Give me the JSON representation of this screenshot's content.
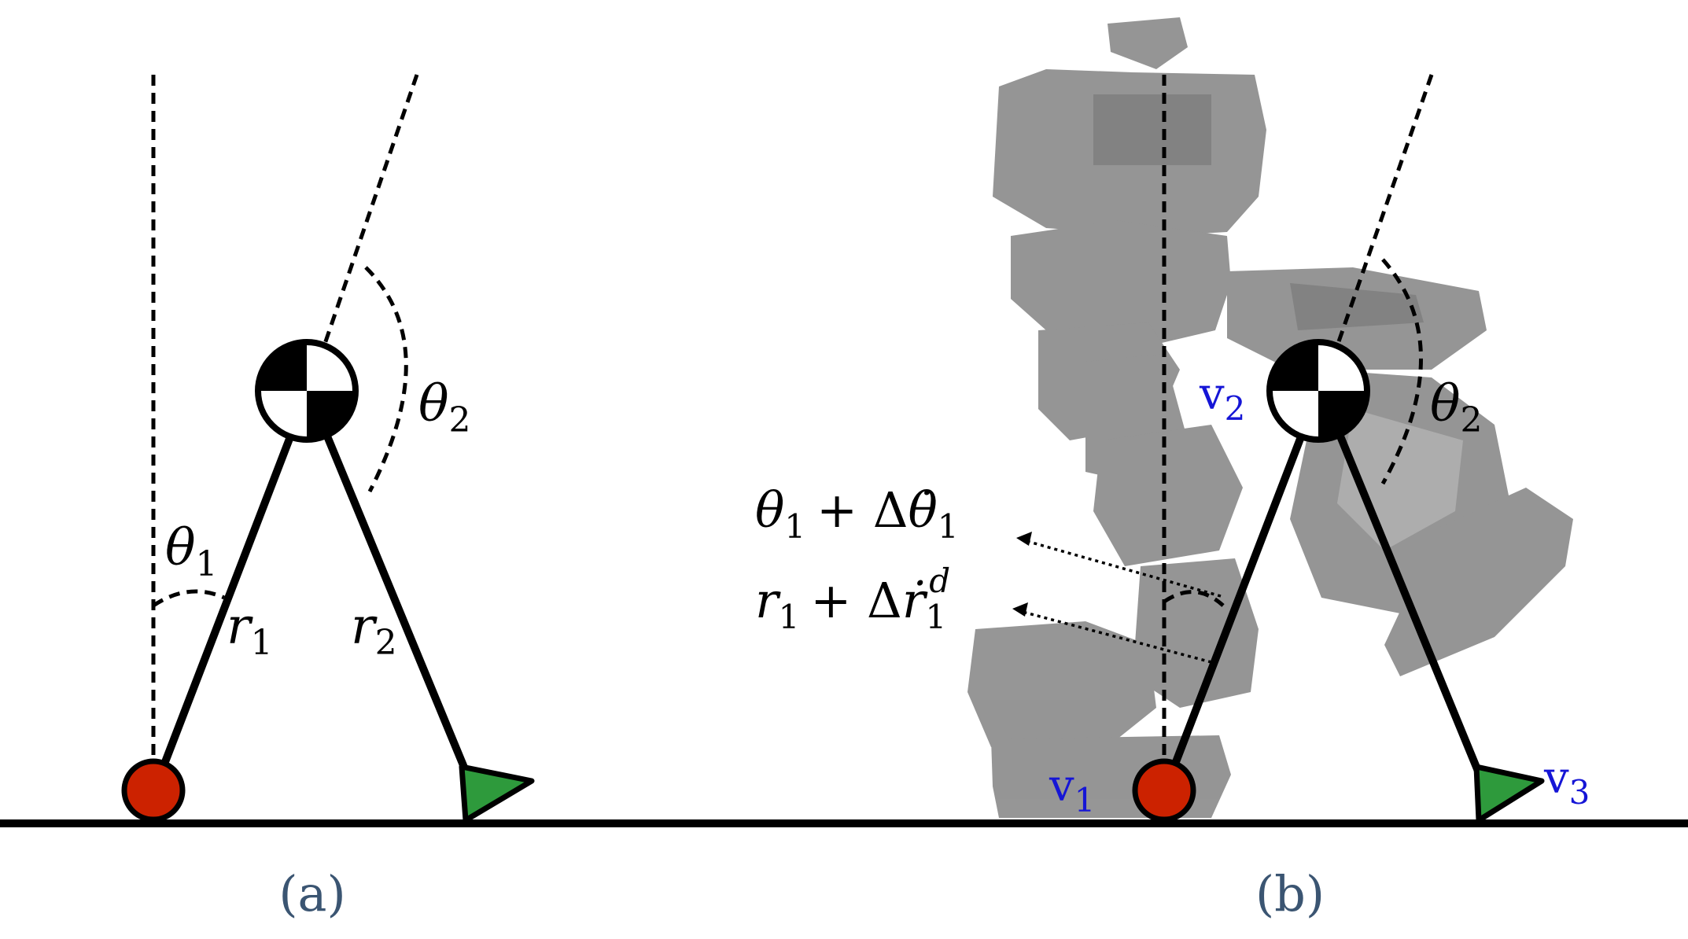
{
  "panel_a": {
    "caption": "(a)",
    "labels": {
      "theta1": "θ",
      "theta1_sub": "1",
      "theta2": "θ",
      "theta2_sub": "2",
      "r1": "r",
      "r1_sub": "1",
      "r2": "r",
      "r2_sub": "2"
    }
  },
  "panel_b": {
    "caption": "(b)",
    "labels": {
      "theta2": "θ",
      "theta2_sub": "2",
      "theta1_delta_base": "θ",
      "theta1_delta_base_sub": "1",
      "theta1_delta_op": "+ Δ",
      "theta1_delta_dot": "θ̇",
      "theta1_delta_sub": "1",
      "r1_delta_base": "r",
      "r1_delta_base_sub": "1",
      "r1_delta_op": "+ Δ",
      "r1_delta_dot": "ṙ",
      "r1_delta_sub": "1",
      "r1_delta_sup": "d"
    },
    "vertices": {
      "v1": "v",
      "v1_sub": "1",
      "v2": "v",
      "v2_sub": "2",
      "v3": "v",
      "v3_sub": "3"
    }
  },
  "colors": {
    "stance_foot": "#cc2200",
    "swing_foot": "#2e9a3c",
    "vertex_label": "#1515d6",
    "caption": "#3b5572",
    "robot_silhouette": "#909090"
  }
}
